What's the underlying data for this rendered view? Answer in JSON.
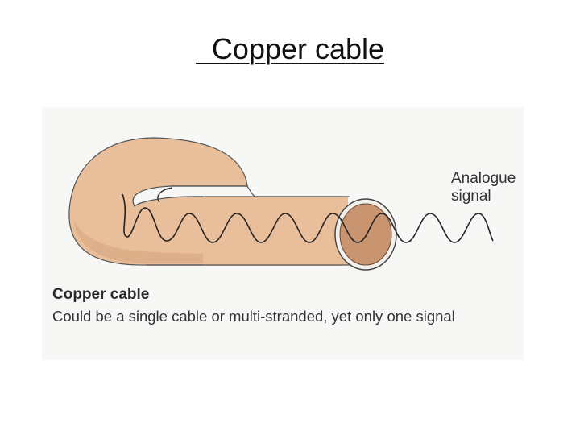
{
  "slide": {
    "title": "  Copper cable"
  },
  "figure": {
    "signal_label": "Analogue\nsignal",
    "caption_title": "Copper cable",
    "caption_text": "Could be a single cable or multi-stranded, yet only one signal",
    "colors": {
      "cable": "#e8bf9a",
      "cable_shadow": "#d9a982",
      "cable_end": "#c99470",
      "outline": "#222222",
      "background": "#f7f7f6"
    }
  }
}
